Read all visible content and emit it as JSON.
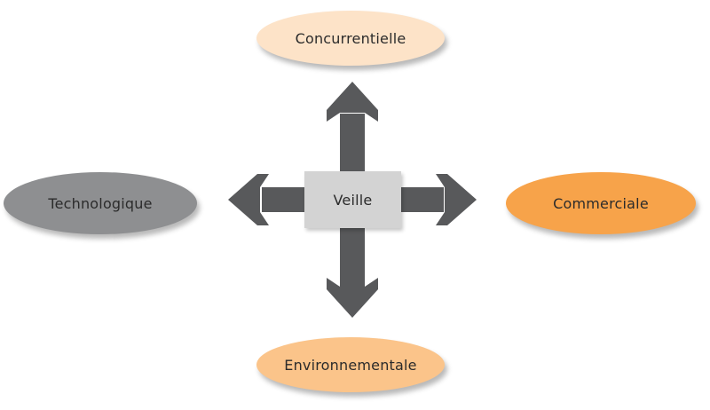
{
  "diagram": {
    "center": {
      "label": "Veille",
      "color": "#d3d3d3"
    },
    "nodes": {
      "top": {
        "label": "Concurrentielle",
        "color": "#fde3c8"
      },
      "right": {
        "label": "Commerciale",
        "color": "#f7a34a"
      },
      "bottom": {
        "label": "Environnementale",
        "color": "#fbc48a"
      },
      "left": {
        "label": "Technologique",
        "color": "#8e8f91"
      }
    },
    "arrow_color": "#58595b"
  }
}
